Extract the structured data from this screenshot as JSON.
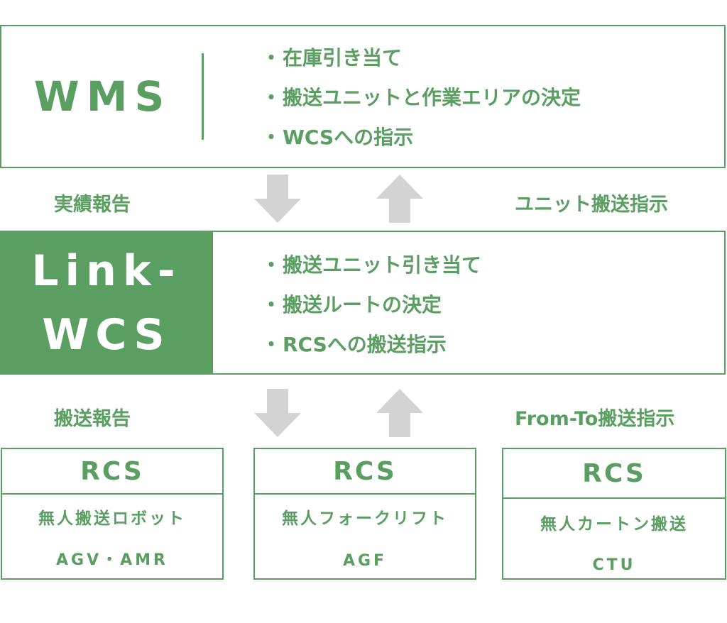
{
  "colors": {
    "accent": "#5a9e62",
    "arrow": "#d3d3d3",
    "background": "#ffffff"
  },
  "wms": {
    "title": "WMS",
    "bullet_char": "・",
    "items": [
      "在庫引き当て",
      "搬送ユニットと作業エリアの決定",
      "WCSへの指示"
    ]
  },
  "flow_upper": {
    "left_label": "実績報告",
    "right_label": "ユニット搬送指示",
    "arrows": [
      "arrow-down-icon",
      "arrow-up-icon"
    ]
  },
  "link_wcs": {
    "title_line1": "Link-",
    "title_line2": "WCS",
    "bullet_char": "・",
    "items": [
      "搬送ユニット引き当て",
      "搬送ルートの決定",
      "RCSへの搬送指示"
    ]
  },
  "flow_lower": {
    "left_label": "搬送報告",
    "right_label": "From-To搬送指示",
    "arrows": [
      "arrow-down-icon",
      "arrow-up-icon"
    ]
  },
  "rcs_boxes": [
    {
      "title": "RCS",
      "description": "無人搬送ロボット",
      "code": "AGV・AMR"
    },
    {
      "title": "RCS",
      "description": "無人フォークリフト",
      "code": "AGF"
    },
    {
      "title": "RCS",
      "description": "無人カートン搬送",
      "code": "CTU"
    }
  ]
}
